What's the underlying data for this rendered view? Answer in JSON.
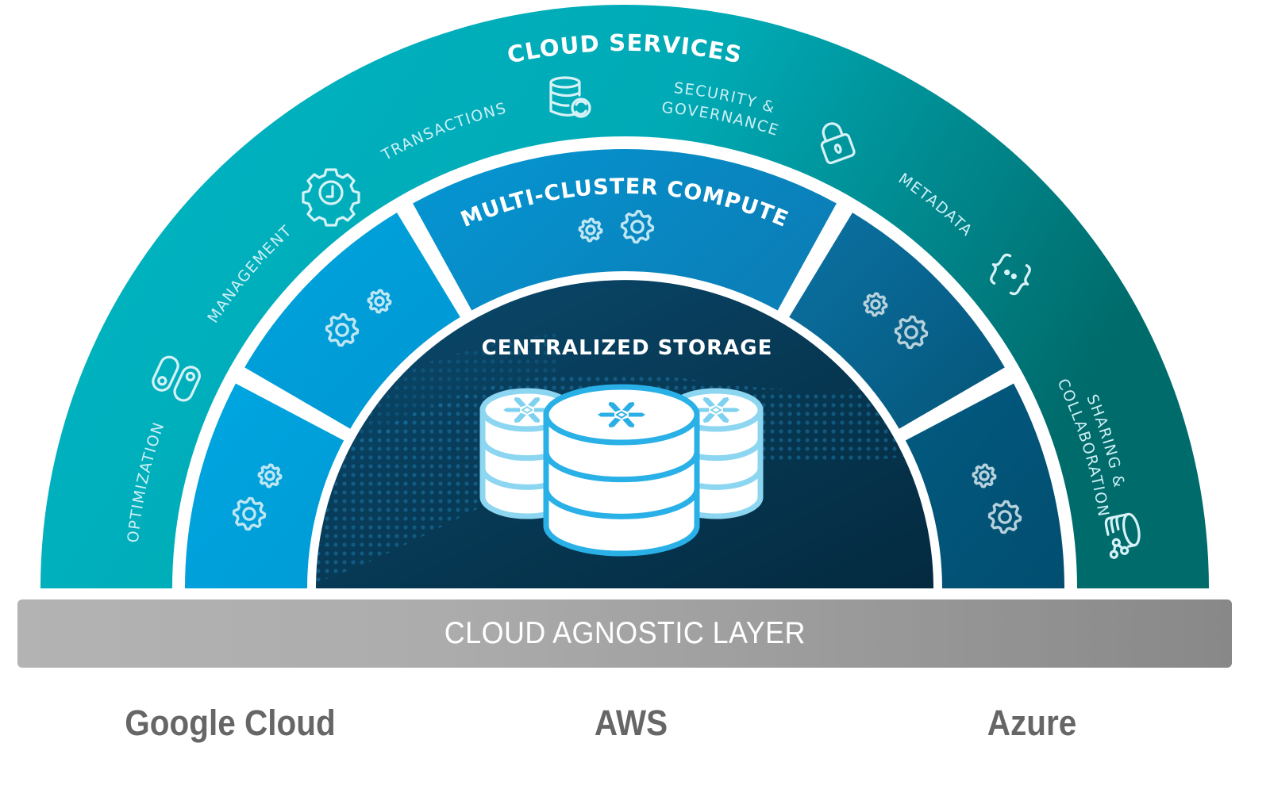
{
  "diagram": {
    "title": "Cloud Services",
    "outer_ring": {
      "title": "CLOUD SERVICES",
      "services": [
        {
          "label": "OPTIMIZATION",
          "icon": "toggle-switches-icon"
        },
        {
          "label": "MANAGEMENT",
          "icon": "gear-clock-icon"
        },
        {
          "label": "TRANSACTIONS",
          "icon": "database-sync-icon"
        },
        {
          "label_lines": [
            "SECURITY &",
            "GOVERNANCE"
          ],
          "icon": "lock-icon"
        },
        {
          "label": "METADATA",
          "icon": "curly-brackets-icon"
        },
        {
          "label_lines": [
            "SHARING &",
            "COLLABORATION"
          ],
          "icon": "database-share-icon"
        }
      ]
    },
    "middle_ring": {
      "title": "MULTI-CLUSTER COMPUTE",
      "segments": [
        {
          "name": "compute-cluster-1",
          "icon": "gears-icon"
        },
        {
          "name": "compute-cluster-2",
          "icon": "gears-icon"
        },
        {
          "name": "compute-cluster-3",
          "icon": "gears-icon"
        },
        {
          "name": "compute-cluster-4",
          "icon": "gears-icon"
        },
        {
          "name": "compute-cluster-5",
          "icon": "gears-icon"
        }
      ]
    },
    "core": {
      "title": "CENTRALIZED STORAGE",
      "icon": "snowflake-database-icon"
    },
    "base_layer": {
      "label": "CLOUD AGNOSTIC LAYER"
    },
    "providers": [
      "Google Cloud",
      "AWS",
      "Azure"
    ],
    "colors": {
      "outer_left": "#00b3c2",
      "outer_right": "#007070",
      "compute_left": "#00a3de",
      "compute_top": "#0a8fca",
      "compute_right_upper": "#0a6a98",
      "compute_right_lower": "#005276",
      "storage": "#07334f",
      "db_outline": "#29b0e6",
      "layer_bar": "#a6a6a6",
      "provider_text": "#666666"
    }
  }
}
